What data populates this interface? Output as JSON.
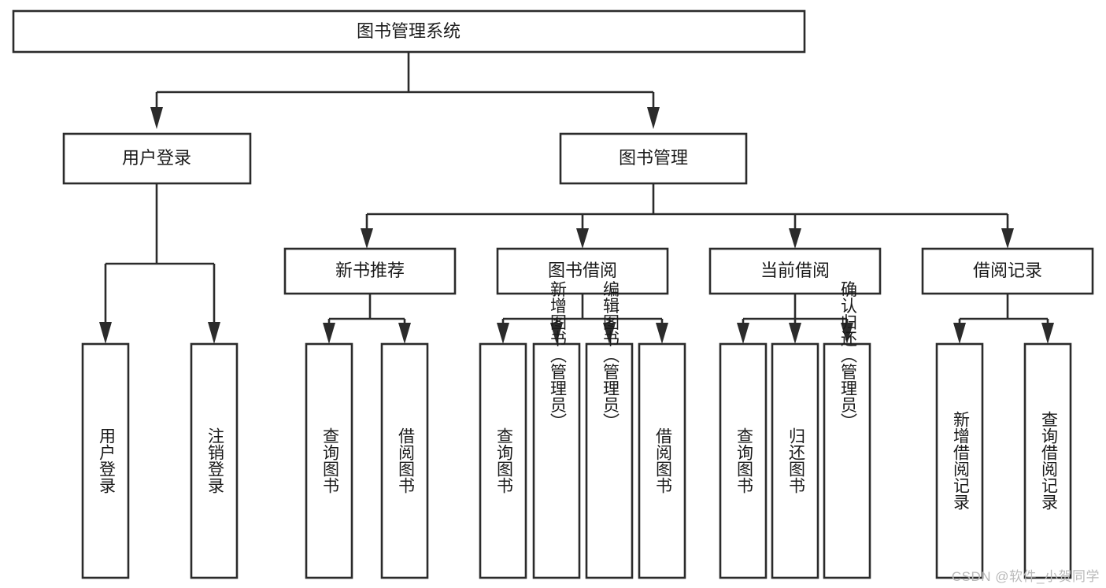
{
  "diagram": {
    "title": "图书管理系统",
    "watermark": "CSDN @软件_小贺同学",
    "colors": {
      "stroke": "#2b2b2b",
      "fill": "#ffffff",
      "text": "#1a1a1a",
      "watermark": "#b9b9b9",
      "background": "#ffffff"
    },
    "levels": {
      "root": "图书管理系统",
      "level2": [
        "用户登录",
        "图书管理"
      ],
      "level3": [
        "新书推荐",
        "图书借阅",
        "当前借阅",
        "借阅记录"
      ]
    },
    "nodes": {
      "root": {
        "label": "图书管理系统",
        "orientation": "horizontal"
      },
      "user_login": {
        "label": "用户登录",
        "orientation": "horizontal"
      },
      "book_manage": {
        "label": "图书管理",
        "orientation": "horizontal"
      },
      "new_book_rec": {
        "label": "新书推荐",
        "orientation": "horizontal"
      },
      "book_borrow": {
        "label": "图书借阅",
        "orientation": "horizontal"
      },
      "current_borrow": {
        "label": "当前借阅",
        "orientation": "horizontal"
      },
      "borrow_record": {
        "label": "借阅记录",
        "orientation": "horizontal"
      },
      "leaf_user_login": {
        "label": "用户登录",
        "orientation": "vertical"
      },
      "leaf_logout": {
        "label": "注销登录",
        "orientation": "vertical"
      },
      "leaf_query_book_1": {
        "label": "查询图书",
        "orientation": "vertical"
      },
      "leaf_borrow_book_1": {
        "label": "借阅图书",
        "orientation": "vertical"
      },
      "leaf_query_book_2": {
        "label": "查询图书",
        "orientation": "vertical"
      },
      "leaf_add_book": {
        "label": "新增图书（管理员）",
        "orientation": "vertical"
      },
      "leaf_edit_book": {
        "label": "编辑图书（管理员）",
        "orientation": "vertical"
      },
      "leaf_borrow_book_2": {
        "label": "借阅图书",
        "orientation": "vertical"
      },
      "leaf_query_book_3": {
        "label": "查询图书",
        "orientation": "vertical"
      },
      "leaf_return_book": {
        "label": "归还图书",
        "orientation": "vertical"
      },
      "leaf_confirm_return": {
        "label": "确认归还（管理员）",
        "orientation": "vertical"
      },
      "leaf_add_record": {
        "label": "新增借阅记录",
        "orientation": "vertical"
      },
      "leaf_query_record": {
        "label": "查询借阅记录",
        "orientation": "vertical"
      }
    },
    "edges": [
      {
        "from": "root",
        "to": "用户登录"
      },
      {
        "from": "root",
        "to": "图书管理"
      },
      {
        "from": "用户登录",
        "to": "用户登录(叶)"
      },
      {
        "from": "用户登录",
        "to": "注销登录"
      },
      {
        "from": "图书管理",
        "to": "新书推荐"
      },
      {
        "from": "图书管理",
        "to": "图书借阅"
      },
      {
        "from": "图书管理",
        "to": "当前借阅"
      },
      {
        "from": "图书管理",
        "to": "借阅记录"
      },
      {
        "from": "新书推荐",
        "to": "查询图书"
      },
      {
        "from": "新书推荐",
        "to": "借阅图书"
      },
      {
        "from": "图书借阅",
        "to": "查询图书"
      },
      {
        "from": "图书借阅",
        "to": "新增图书（管理员）"
      },
      {
        "from": "图书借阅",
        "to": "编辑图书（管理员）"
      },
      {
        "from": "图书借阅",
        "to": "借阅图书"
      },
      {
        "from": "当前借阅",
        "to": "查询图书"
      },
      {
        "from": "当前借阅",
        "to": "归还图书"
      },
      {
        "from": "当前借阅",
        "to": "确认归还（管理员）"
      },
      {
        "from": "借阅记录",
        "to": "新增借阅记录"
      },
      {
        "from": "借阅记录",
        "to": "查询借阅记录"
      }
    ]
  }
}
